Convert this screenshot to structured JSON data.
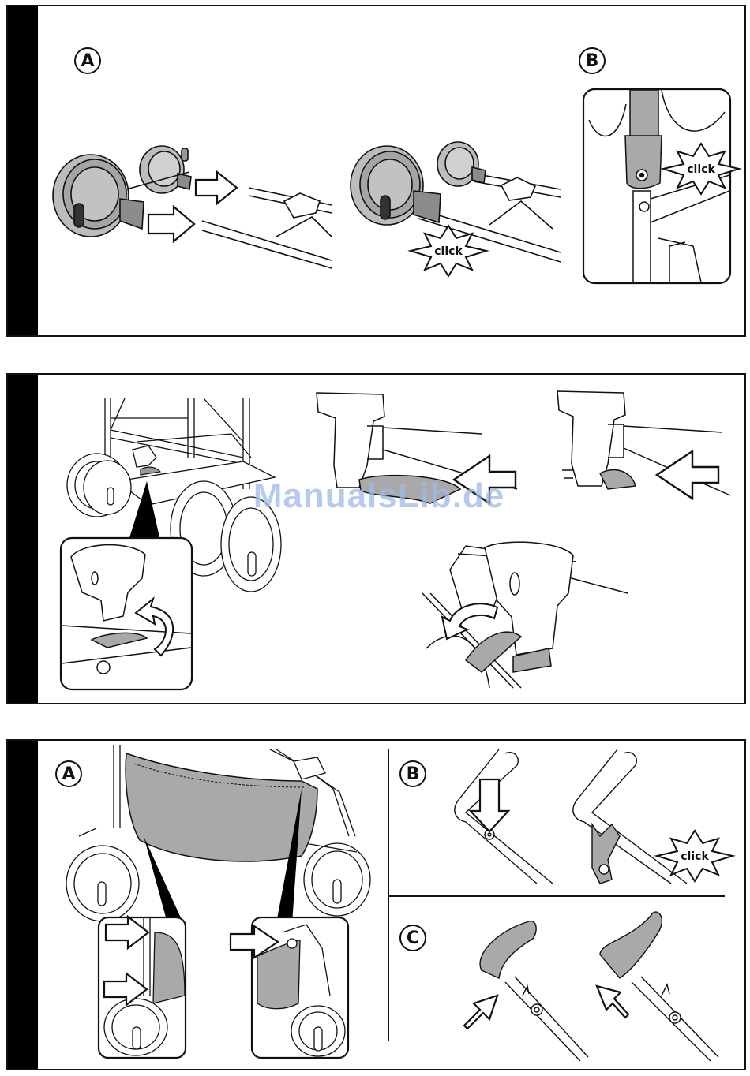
{
  "panel1": {
    "step_a_label": "A",
    "step_b_label": "B",
    "click_label_a": "click",
    "click_label_b": "click"
  },
  "panel2": {},
  "panel3": {
    "step_a_label": "A",
    "step_b_label": "B",
    "step_c_label": "C",
    "click_label_b": "click"
  },
  "watermark": "ManualsLib.de",
  "icons": [
    "arrow-right-icon",
    "arrow-left-icon",
    "arrow-down-icon",
    "arrow-up-right-icon",
    "curved-arrow-icon",
    "click-burst-icon"
  ],
  "colors": {
    "line": "#111111",
    "part_fill": "#a9a9a9",
    "part_dark": "#7e7e7e",
    "watermark": "#9db9e8"
  }
}
